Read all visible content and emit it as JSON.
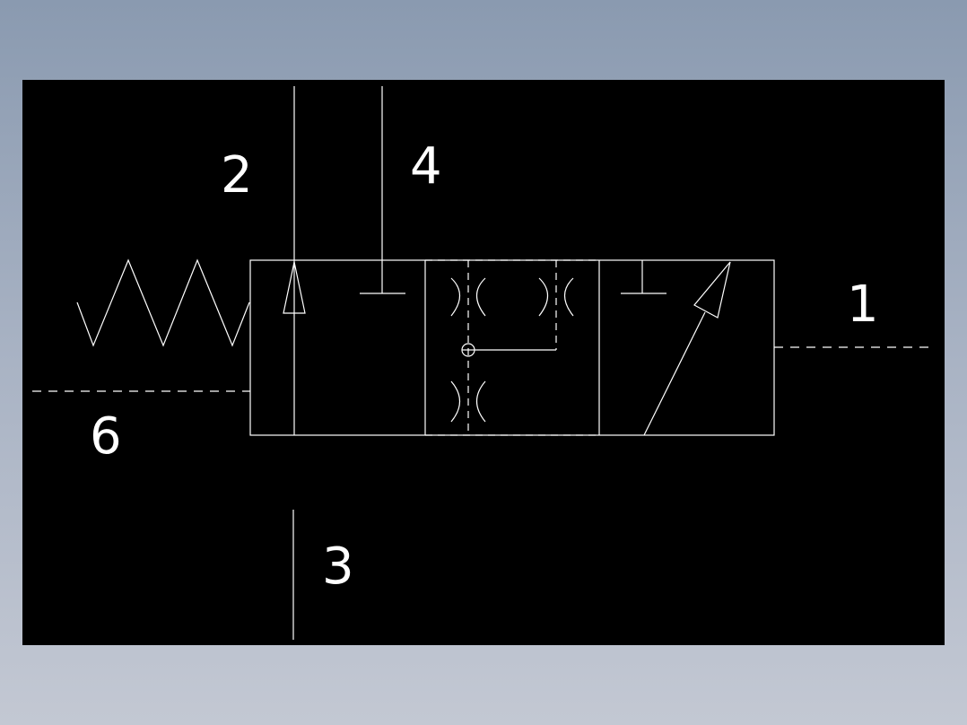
{
  "diagram": {
    "colors": {
      "background": "#000000",
      "line": "#ffffff",
      "frame": "#8a9ab0"
    },
    "ports": {
      "p1": "1",
      "p2": "2",
      "p3": "3",
      "p4": "4",
      "p6": "6"
    }
  }
}
